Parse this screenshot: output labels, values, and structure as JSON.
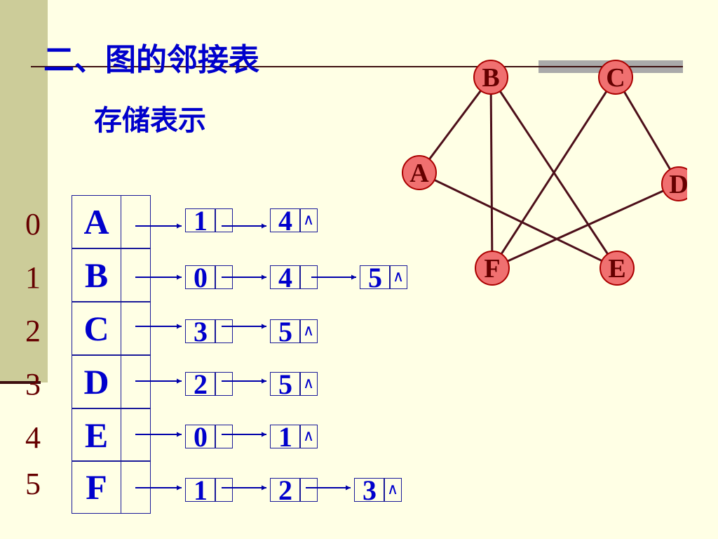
{
  "slide": {
    "title": "二、图的邻接表",
    "subtitle": "存储表示"
  },
  "adjacency_list": [
    {
      "index": "0",
      "vertex": "A",
      "neighbors": [
        "1",
        "4"
      ]
    },
    {
      "index": "1",
      "vertex": "B",
      "neighbors": [
        "0",
        "4",
        "5"
      ]
    },
    {
      "index": "2",
      "vertex": "C",
      "neighbors": [
        "3",
        "5"
      ]
    },
    {
      "index": "3",
      "vertex": "D",
      "neighbors": [
        "2",
        "5"
      ]
    },
    {
      "index": "4",
      "vertex": "E",
      "neighbors": [
        "0",
        "1"
      ]
    },
    {
      "index": "5",
      "vertex": "F",
      "neighbors": [
        "1",
        "2",
        "3"
      ]
    }
  ],
  "null_symbol": "∧",
  "graph": {
    "vertices": [
      "A",
      "B",
      "C",
      "D",
      "E",
      "F"
    ],
    "edges": [
      [
        "A",
        "B"
      ],
      [
        "A",
        "E"
      ],
      [
        "B",
        "F"
      ],
      [
        "B",
        "E"
      ],
      [
        "C",
        "F"
      ],
      [
        "C",
        "D"
      ],
      [
        "D",
        "F"
      ]
    ],
    "vertex_fill": "#f07070",
    "vertex_stroke": "#aa0000",
    "vertex_label_color": "#660000",
    "edge_color": "#4d0f1a"
  },
  "colors": {
    "background": "#ffffe5",
    "accent_bar": "#cccc99",
    "text_blue": "#0000cc",
    "index_color": "#660000"
  }
}
